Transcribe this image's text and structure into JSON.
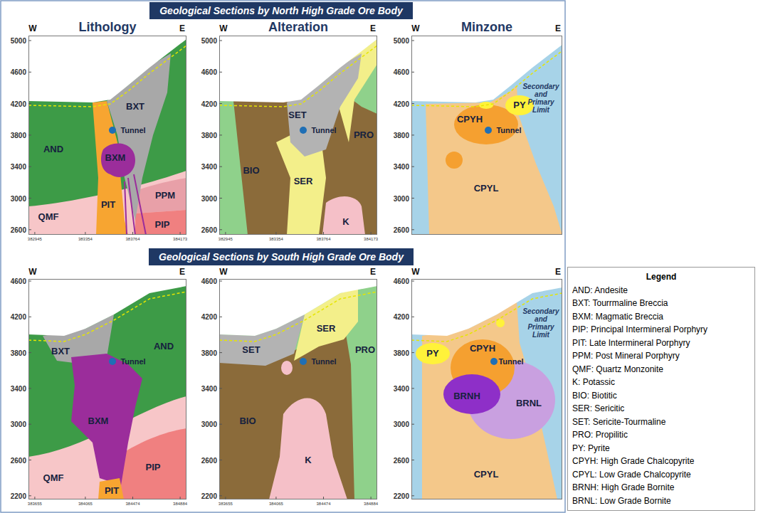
{
  "diagram": {
    "nodes": [
      {
        "text": [
          "Geological Sections by North High Grade Ore Body"
        ]
      },
      {
        "text": [
          "Geological Sections by South High Grade Ore Body"
        ]
      }
    ],
    "labels": [
      "W",
      "E",
      "Lithology",
      "5000",
      "4600",
      "4200",
      "3800",
      "3400",
      "3000",
      "2600",
      "382945",
      "383354",
      "383764",
      "384173",
      "BXT",
      "Tunnel",
      "AND",
      "BXM",
      "QMF",
      "PIT",
      "PPM",
      "PIP",
      "W",
      "E",
      "Alteration",
      "5000",
      "4600",
      "4200",
      "3800",
      "3400",
      "3000",
      "2600",
      "382945",
      "383354",
      "383764",
      "384173",
      "SET",
      "Tunnel",
      "PRO",
      "BIO",
      "SER",
      "K",
      "W",
      "E",
      "Minzone",
      "5000",
      "4600",
      "4200",
      "3800",
      "3400",
      "3000",
      "2600",
      "Secondary and Primary Limit",
      "CPYH",
      "PY",
      "Tunnel",
      "CPYL",
      "W",
      "E",
      "4600",
      "4200",
      "3800",
      "3400",
      "3000",
      "2600",
      "2200",
      "383655",
      "384065",
      "384474",
      "384884",
      "BXT",
      "AND",
      "Tunnel",
      "BXM",
      "QMF",
      "PIP",
      "PIT",
      "W",
      "E",
      "4600",
      "4200",
      "3800",
      "3400",
      "3000",
      "2600",
      "2200",
      "383655",
      "384065",
      "384474",
      "384884",
      "SET",
      "SER",
      "PRO",
      "Tunnel",
      "BIO",
      "K",
      "W",
      "E",
      "4600",
      "4200",
      "3800",
      "3400",
      "3000",
      "2600",
      "2200",
      "Secondary and Primary Limit",
      "PY",
      "CPYH",
      "Tunnel",
      "BRNH",
      "BRNL",
      "CPYL",
      "Legend"
    ],
    "legend": [
      {
        "text": "AND: Andesite"
      },
      {
        "text": "BXT: Tourrmaline Breccia"
      },
      {
        "text": "BXM: Magmatic Breccia"
      },
      {
        "text": "PIP: Principal Intermineral Porphyry"
      },
      {
        "text": "PIT: Late Intermineral Porphyry"
      },
      {
        "text": "PPM: Post Mineral Porphyry"
      },
      {
        "text": "QMF: Quartz Monzonite"
      },
      {
        "text": "K: Potassic"
      },
      {
        "text": "BIO: Biotitic"
      },
      {
        "text": "SER: Sericitic"
      },
      {
        "text": "SET: Sericite-Tourmaline"
      },
      {
        "text": "PRO: Propilitic"
      },
      {
        "text": "PY: Pyrite"
      },
      {
        "text": "CPYH: High Grade Chalcopyrite"
      },
      {
        "text": "CPYL: Low Grade Chalcopyrite"
      },
      {
        "text": "BRNH: High Grade Bornite"
      },
      {
        "text": "BRNL: Low Grade Bornite"
      }
    ]
  }
}
